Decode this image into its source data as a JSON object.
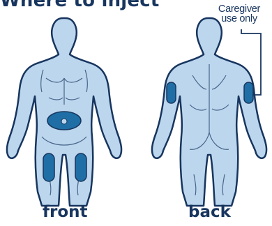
{
  "title": "Where to inject",
  "caregiver_note": "Caregiver use only",
  "views": {
    "front": "front",
    "back": "back"
  },
  "colors": {
    "body_fill": "#bcd6ee",
    "outline": "#17355e",
    "site_fill": "#1f6fa6"
  }
}
